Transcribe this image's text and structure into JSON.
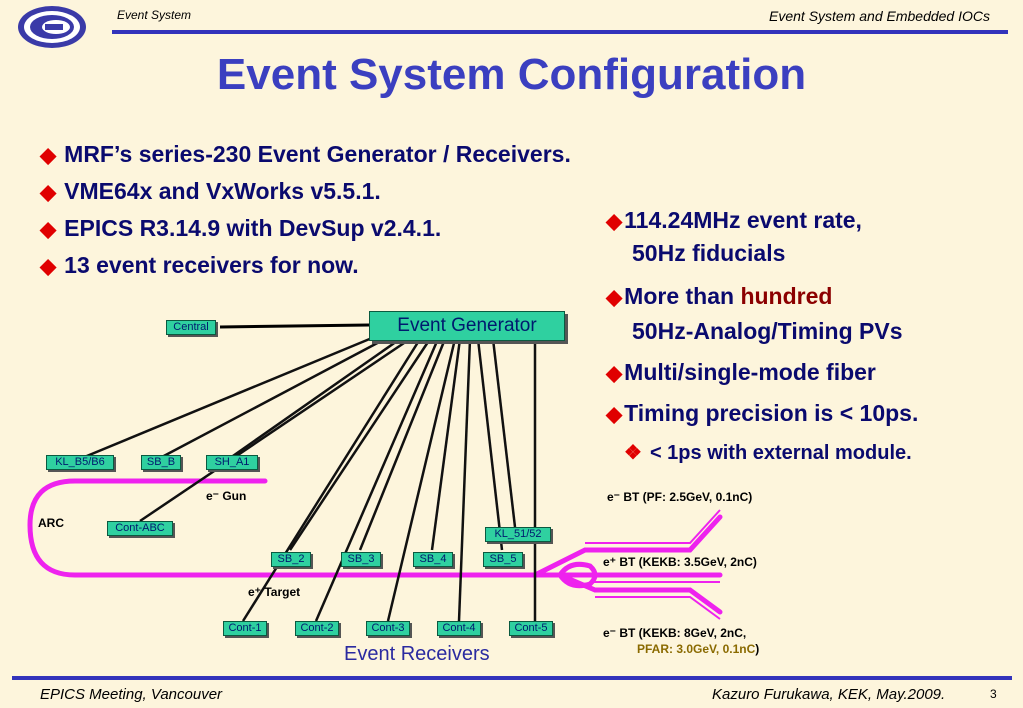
{
  "header": {
    "left": "Event System",
    "right": "Event System and Embedded IOCs"
  },
  "title": "Event System Configuration",
  "bullets": [
    "MRF’s series-230 Event Generator / Receivers.",
    "VME64x and VxWorks v5.5.1.",
    "EPICS R3.14.9 with DevSup v2.4.1.",
    "13 event receivers for now."
  ],
  "right_bullets": {
    "b1_line1": "114.24MHz event rate,",
    "b1_line2": "50Hz fiducials",
    "b2_pre": "More than ",
    "b2_em": "hundred",
    "b2_line2": "50Hz-Analog/Timing PVs",
    "b3": "Multi/single-mode fiber",
    "b4": "Timing precision is < 10ps.",
    "sub": "< 1ps with external module."
  },
  "diagram": {
    "event_generator": "Event Generator",
    "central": "Central",
    "receivers_top": [
      "KL_B5/B6",
      "SB_B",
      "SH_A1"
    ],
    "cont_abc": "Cont-ABC",
    "kl51": "KL_51/52",
    "sb_row": [
      "SB_2",
      "SB_3",
      "SB_4",
      "SB_5"
    ],
    "cont_row": [
      "Cont-1",
      "Cont-2",
      "Cont-3",
      "Cont-4",
      "Cont-5"
    ],
    "event_receivers": "Event Receivers",
    "arc": "ARC",
    "egun": "e⁻ Gun",
    "etarget": "e⁺ Target",
    "bt1": "e⁻ BT (PF: 2.5GeV, 0.1nC)",
    "bt2": "e⁺ BT (KEKB: 3.5GeV, 2nC)",
    "bt3": "e⁻ BT (KEKB: 8GeV, 2nC,",
    "bt3b": "PFAR: 3.0GeV, 0.1nC",
    "bt3c": ")"
  },
  "footer": {
    "left": "EPICS Meeting, Vancouver",
    "right": "Kazuro Furukawa, KEK, May.2009.",
    "page": "3"
  },
  "colors": {
    "title": "#3b3fc0",
    "beamline": "#ee22ee",
    "box": "#2fd0a0",
    "accent_red": "#e00000"
  }
}
